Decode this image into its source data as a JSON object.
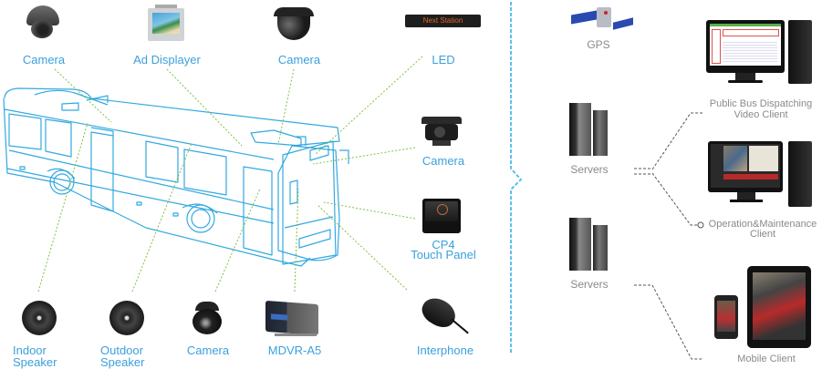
{
  "colors": {
    "label_blue": "#3aa0dc",
    "bus_outline": "#33a9e0",
    "leader_green": "#7cc242",
    "divider_blue": "#5bc0ea",
    "grey_text": "#8a8a8a",
    "connector_grey": "#555555"
  },
  "vehicle_devices": {
    "top": [
      {
        "label": "Camera",
        "icon": "dome-camera-icon"
      },
      {
        "label": "Ad Displayer",
        "icon": "ad-display-icon"
      },
      {
        "label": "Camera",
        "icon": "dome-camera-icon"
      },
      {
        "label": "LED",
        "icon": "led-sign-icon",
        "led_text": "Next Station"
      }
    ],
    "right": [
      {
        "label": "Camera",
        "icon": "rear-camera-icon"
      },
      {
        "label_line1": "CP4",
        "label_line2": "Touch Panel",
        "icon": "touch-panel-icon"
      }
    ],
    "bottom": [
      {
        "label_line1": "Indoor",
        "label_line2": "Speaker",
        "icon": "speaker-icon"
      },
      {
        "label_line1": "Outdoor",
        "label_line2": "Speaker",
        "icon": "speaker-icon"
      },
      {
        "label": "Camera",
        "icon": "dome-camera-icon"
      },
      {
        "label": "MDVR-A5",
        "icon": "mdvr-icon"
      },
      {
        "label": "Interphone",
        "icon": "microphone-icon"
      }
    ]
  },
  "platform": {
    "gps": {
      "label": "GPS",
      "icon": "satellite-icon"
    },
    "servers": [
      {
        "label": "Servers",
        "icon": "server-rack-icon"
      },
      {
        "label": "Servers",
        "icon": "server-rack-icon"
      }
    ],
    "clients": [
      {
        "label_line1": "Public Bus Dispatching",
        "label_line2": "Video Client",
        "icon": "desktop-pc-icon"
      },
      {
        "label_line1": "Operation&Maintenance",
        "label_line2": "Client",
        "icon": "desktop-pc-icon"
      },
      {
        "label": "Mobile Client",
        "icon": "mobile-devices-icon"
      }
    ]
  }
}
